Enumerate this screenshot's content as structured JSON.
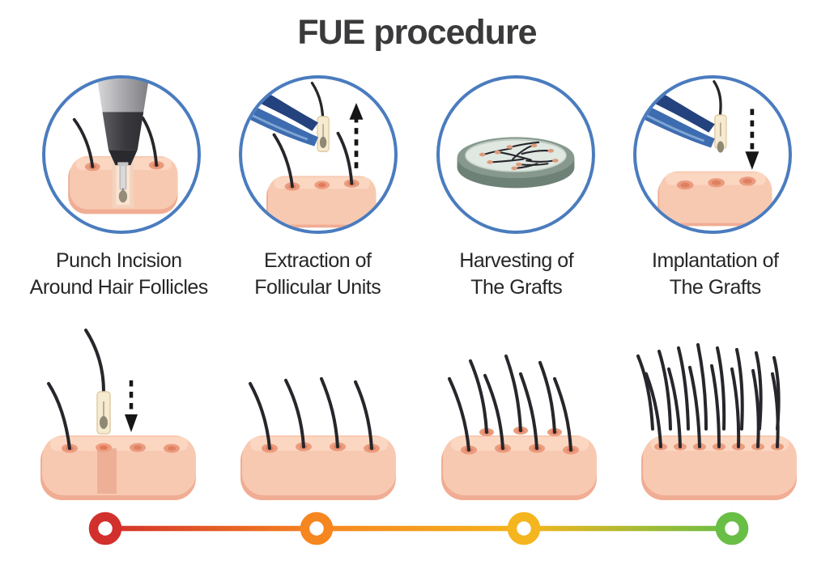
{
  "page": {
    "title": "FUE procedure"
  },
  "steps": [
    {
      "icon": "punch-incision-icon",
      "label_line1": "Punch Incision",
      "label_line2": "Around Hair Follicles"
    },
    {
      "icon": "extraction-icon",
      "label_line1": "Extraction of",
      "label_line2": "Follicular Units"
    },
    {
      "icon": "harvesting-icon",
      "label_line1": "Harvesting of",
      "label_line2": "The Grafts"
    },
    {
      "icon": "implantation-icon",
      "label_line1": "Implantation of",
      "label_line2": "The Grafts"
    }
  ],
  "result_stages": [
    {
      "icon": "graft-implantation-stage-icon",
      "hair_count": 1
    },
    {
      "icon": "early-growth-stage-icon",
      "hair_count": 4
    },
    {
      "icon": "mid-growth-stage-icon",
      "hair_count": 7
    },
    {
      "icon": "full-growth-stage-icon",
      "hair_count": 15
    }
  ],
  "timeline": {
    "marker_colors": [
      "#d2302c",
      "#f6861f",
      "#f4b51e",
      "#69be46"
    ],
    "gradient_stops": [
      "#d2302c",
      "#f6861f",
      "#f4b51e",
      "#69be46"
    ],
    "gradient_offsets": [
      "0",
      "0.34",
      "0.67",
      "1"
    ]
  },
  "colors": {
    "circle_border": "#4a7cbe",
    "skin": "#f8c9b1",
    "skin_hole": "#eb9b7e",
    "hair": "#26262b",
    "tweezers": "#3e6cb0",
    "petri_dish_rim": "#87998f",
    "petri_dish_inner": "#e0e8e2",
    "title_text": "#3a3a3c",
    "label_text": "#272727"
  }
}
